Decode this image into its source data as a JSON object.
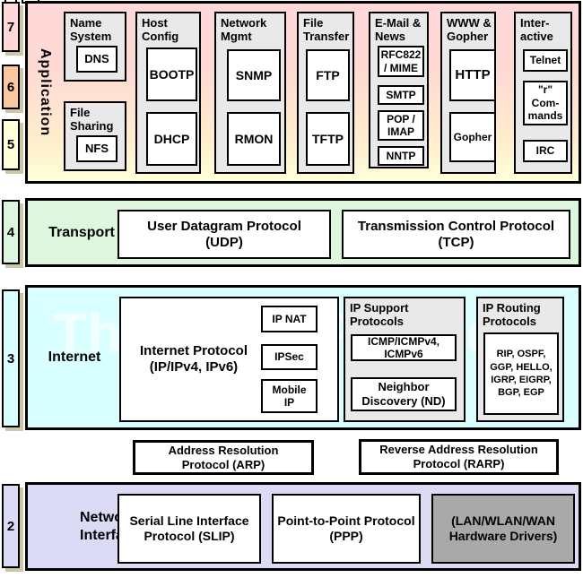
{
  "watermark": "The TCP/IP Guide",
  "colors": {
    "layer7_pink": "#FFD9D9",
    "layer6_peach": "#F9C89E",
    "layer5_yellow": "#FFFFD9",
    "layer4_green": "#DEF5DE",
    "layer3_cyan": "#D9FFFF",
    "layer2_lavender": "#DBDBF5",
    "group_gray": "#E9E9E9",
    "hardware_gray": "#A9A9A9",
    "badge_shadow": "#CAC7A2"
  },
  "layer_numbers": {
    "n7": "7",
    "n6": "6",
    "n5": "5",
    "n4": "4",
    "n3": "3",
    "n2": "2"
  },
  "application": {
    "label": "Application",
    "groups": [
      {
        "title": "Name\nSystem",
        "protocols": [
          "DNS"
        ]
      },
      {
        "title": "File\nSharing",
        "protocols": [
          "NFS"
        ]
      },
      {
        "title": "Host\nConfig",
        "protocols": [
          "BOOTP",
          "DHCP"
        ]
      },
      {
        "title": "Network\nMgmt",
        "protocols": [
          "SNMP",
          "RMON"
        ]
      },
      {
        "title": "File\nTransfer",
        "protocols": [
          "FTP",
          "TFTP"
        ]
      },
      {
        "title": "E-Mail &\nNews",
        "protocols": [
          "RFC822\n/ MIME",
          "SMTP",
          "POP /\nIMAP",
          "NNTP"
        ]
      },
      {
        "title": "WWW &\nGopher",
        "protocols": [
          "HTTP",
          "Gopher"
        ]
      },
      {
        "title": "Inter-\nactive",
        "protocols": [
          "Telnet",
          "\"r\"\nCom-\nmands",
          "IRC"
        ]
      }
    ]
  },
  "transport": {
    "label": "Transport",
    "udp": "User Datagram Protocol\n(UDP)",
    "tcp": "Transmission Control Protocol\n(TCP)"
  },
  "internet": {
    "label": "Internet",
    "ip": "Internet Protocol\n(IP/IPv4, IPv6)",
    "ip_sub": [
      "IP NAT",
      "IPSec",
      "Mobile\nIP"
    ],
    "support": {
      "title": "IP Support\nProtocols",
      "items": [
        "ICMP/ICMPv4,\nICMPv6",
        "Neighbor\nDiscovery (ND)"
      ]
    },
    "routing": {
      "title": "IP Routing\nProtocols",
      "items": [
        "RIP, OSPF,\nGGP, HELLO,\nIGRP, EIGRP,\nBGP, EGP"
      ]
    }
  },
  "arp": "Address Resolution\nProtocol (ARP)",
  "rarp": "Reverse Address Resolution\nProtocol (RARP)",
  "network_interface": {
    "label": "Network\nInterface",
    "slip": "Serial Line Interface\nProtocol (SLIP)",
    "ppp": "Point-to-Point Protocol\n(PPP)",
    "hardware": "(LAN/WLAN/WAN\nHardware Drivers)"
  }
}
